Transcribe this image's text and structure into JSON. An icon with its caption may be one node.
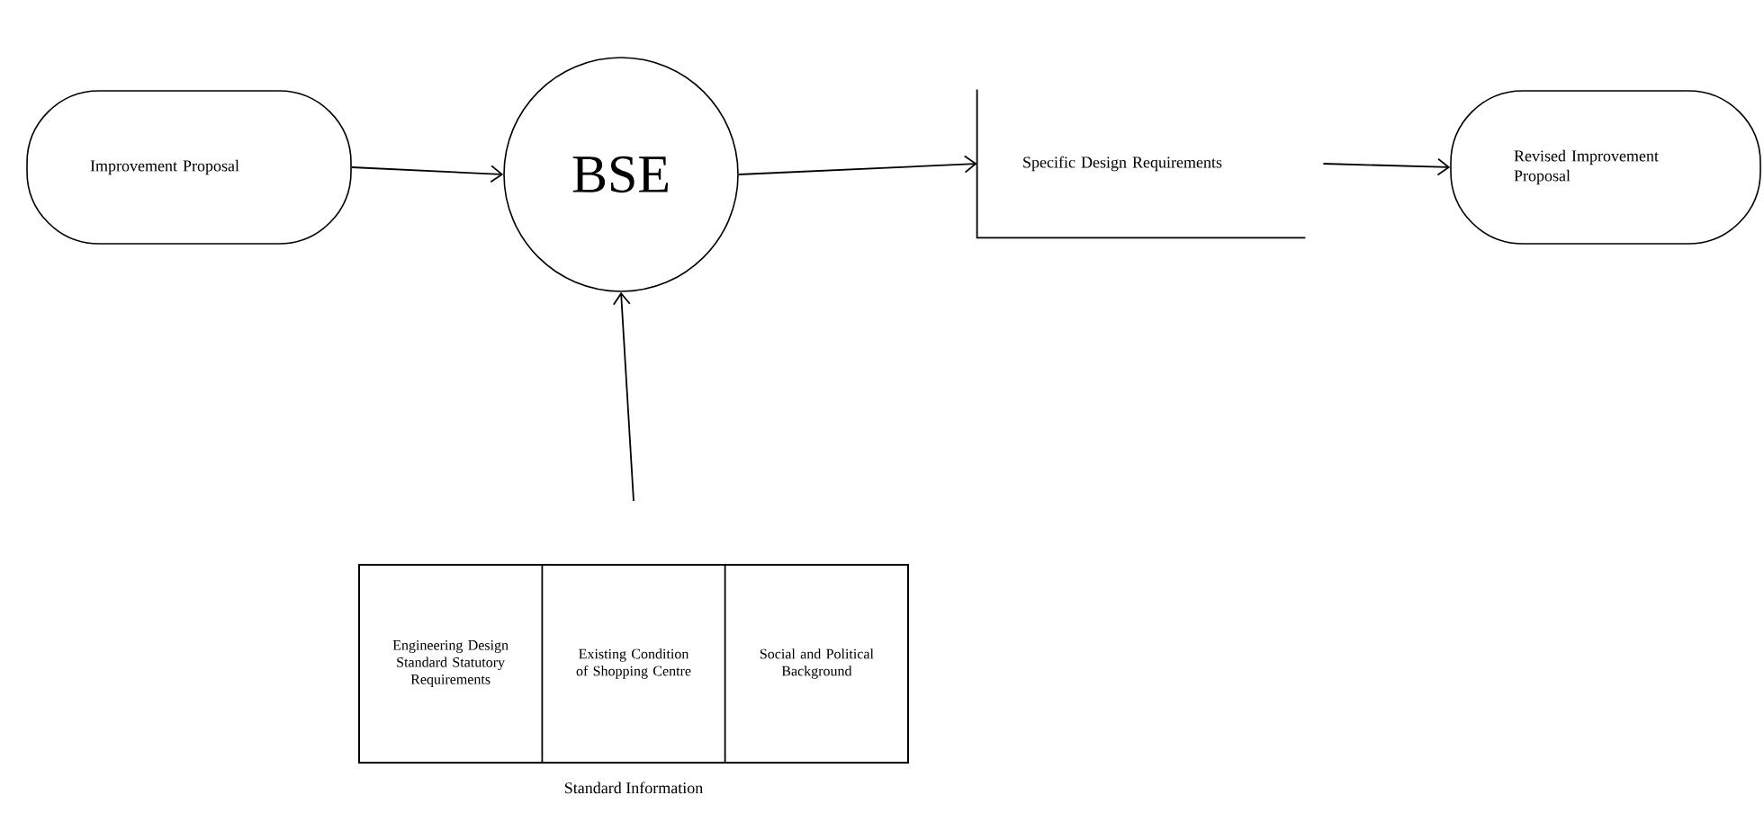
{
  "diagram": {
    "nodes": [
      {
        "text": [
          "Improvement Proposal"
        ]
      },
      {
        "text": [
          "BSE"
        ]
      },
      {
        "text": [
          "Specific Design Requirements"
        ]
      },
      {
        "text": [
          "Revised Improvement Proposal"
        ]
      },
      {
        "text": [
          "Standard Information"
        ]
      },
      {
        "text": [
          "Engineering Design Standard Statutory Requirements"
        ],
        "in": 4
      },
      {
        "text": [
          "Existing Condition of Shopping Centre"
        ],
        "in": 4
      },
      {
        "text": [
          "Social and Political Background"
        ],
        "in": 4
      }
    ],
    "edges": [
      {
        "from": 0,
        "to": 1,
        "arrow": "to"
      },
      {
        "from": 1,
        "to": 2,
        "arrow": "to"
      },
      {
        "from": 2,
        "to": 3,
        "arrow": "to"
      },
      {
        "from": 4,
        "to": 1,
        "arrow": "to"
      }
    ]
  }
}
